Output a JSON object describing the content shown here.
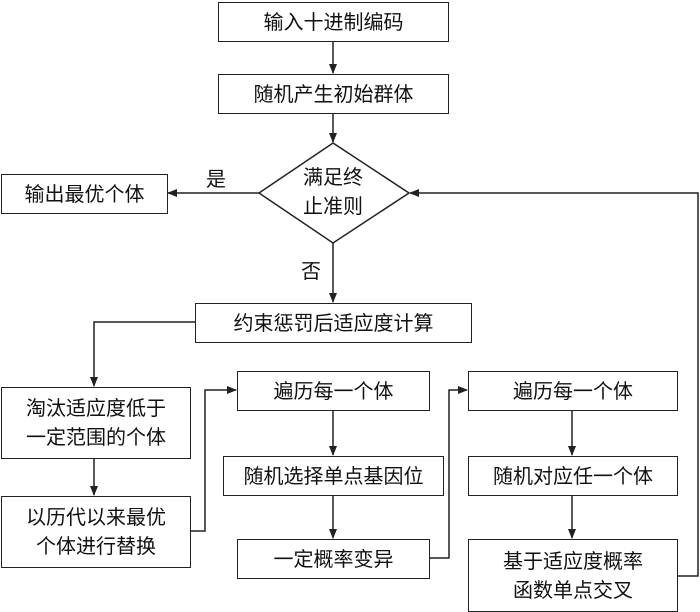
{
  "nodes": {
    "input": "输入十进制编码",
    "init": "随机产生初始群体",
    "decision": [
      "满足终",
      "止准则"
    ],
    "output": "输出最优个体",
    "fitness": "约束惩罚后适应度计算",
    "eliminate": [
      "淘汰适应度低于",
      "一定范围的个体"
    ],
    "replace": [
      "以历代以来最优",
      "个体进行替换"
    ],
    "mut_iter": "遍历每一个体",
    "mut_select": "随机选择单点基因位",
    "mut_prob": "一定概率变异",
    "cross_iter": "遍历每一个体",
    "cross_pair": "随机对应任一个体",
    "cross_op": [
      "基于适应度概率",
      "函数单点交叉"
    ]
  },
  "edge_labels": {
    "yes": "是",
    "no": "否"
  }
}
